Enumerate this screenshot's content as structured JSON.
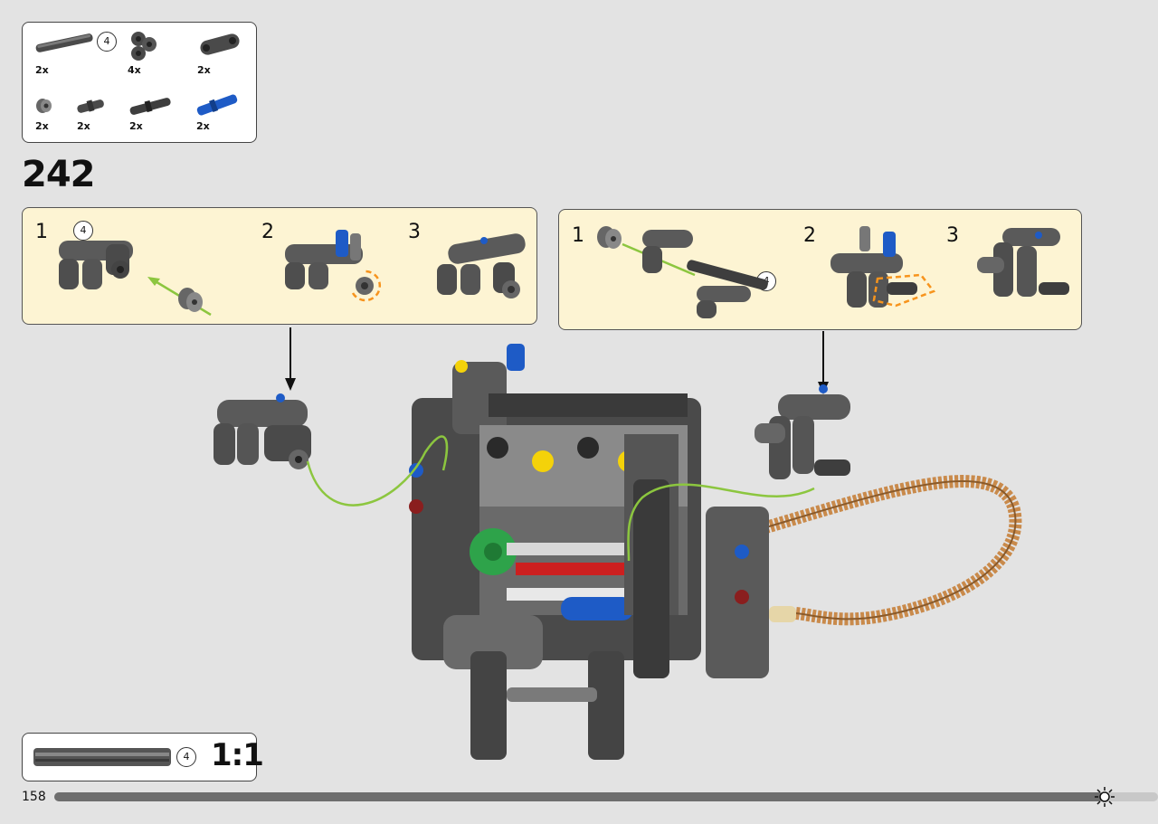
{
  "parts_list": {
    "items": [
      {
        "qty": "2x",
        "icon": "axle-4-icon",
        "size_label": "4"
      },
      {
        "qty": "4x",
        "icon": "pin-connector-icon"
      },
      {
        "qty": "2x",
        "icon": "axle-connector-icon"
      },
      {
        "qty": "2x",
        "icon": "bush-icon"
      },
      {
        "qty": "2x",
        "icon": "short-pin-icon"
      },
      {
        "qty": "2x",
        "icon": "axle-pin-icon"
      },
      {
        "qty": "2x",
        "icon": "blue-axle-pin-icon"
      }
    ]
  },
  "step": {
    "number": "242"
  },
  "left_panel": {
    "steps": [
      {
        "num": "1",
        "size_label": "4"
      },
      {
        "num": "2"
      },
      {
        "num": "3"
      }
    ]
  },
  "right_panel": {
    "steps": [
      {
        "num": "1",
        "size_label": "4"
      },
      {
        "num": "2"
      },
      {
        "num": "3"
      }
    ]
  },
  "ruler": {
    "size_label": "4",
    "scale": "1:1"
  },
  "footer": {
    "page_number": "158"
  },
  "colors": {
    "panel_bg": "#fdf4d3",
    "page_bg": "#e3e3e3",
    "guide_green": "#8cc63f",
    "highlight_orange": "#f7941d",
    "part_grey": "#555555",
    "part_blue": "#1e5bc6"
  }
}
